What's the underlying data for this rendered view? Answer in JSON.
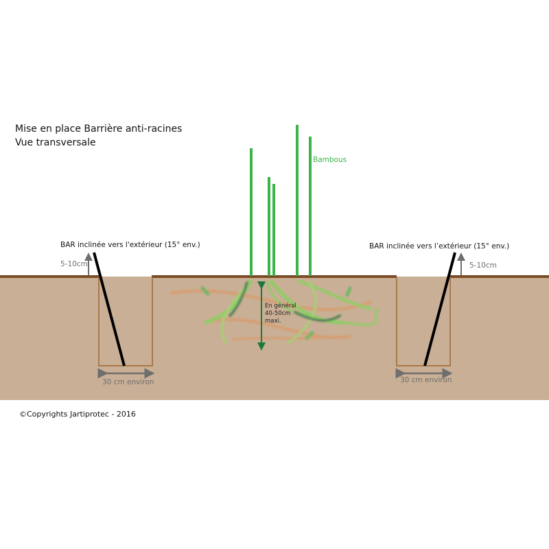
{
  "title": {
    "line1": "Mise en place Barrière anti-racines",
    "line2": "Vue transversale"
  },
  "bamboo_label": "Bambous",
  "left": {
    "bar_label": "BAR inclinée vers l'extérieur (15° env.)",
    "height_label": "5-10cm",
    "width_label": "30 cm environ"
  },
  "right": {
    "bar_label": "BAR inclinée vers l’extérieur (15° env.)",
    "height_label": "5-10cm",
    "width_label": "30 cm environ"
  },
  "depth_label": {
    "line1": "En général",
    "line2": "40-50cm",
    "line3": "maxi."
  },
  "copyright": "©Copyrights Jartiprotec - 2016",
  "colors": {
    "soil": "#c9af95",
    "surface": "#7b4b27",
    "trench": "#a8794c",
    "bamboo": "#3cb44a",
    "arrow": "#6e6e6e",
    "depth_arrow": "#1b7a3a"
  }
}
